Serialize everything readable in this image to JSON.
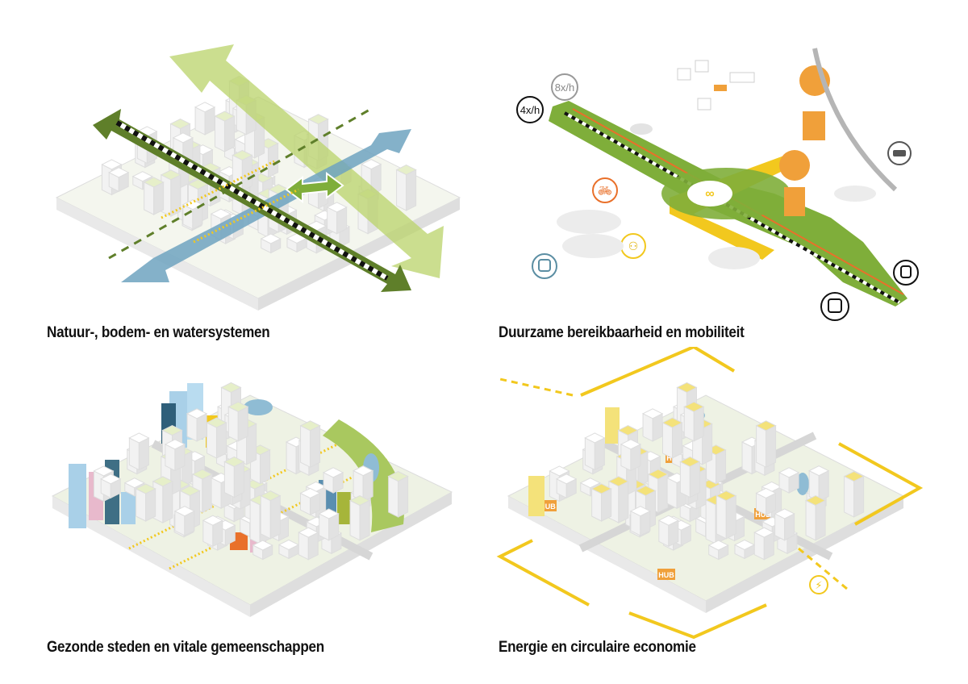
{
  "panels": [
    {
      "id": "nature",
      "caption": "Natuur-, bodem- en watersystemen"
    },
    {
      "id": "mobility",
      "caption": "Duurzame bereikbaarheid en mobiliteit",
      "frequency_labels": [
        "8x/h",
        "4x/h"
      ],
      "icons": [
        "bicycle-icon",
        "pedestrians-icon",
        "bus-icon",
        "car-icon",
        "train-icon",
        "shared-mobility-hub-icon",
        "airplane-icon"
      ]
    },
    {
      "id": "health",
      "caption": "Gezonde steden en vitale gemeenschappen"
    },
    {
      "id": "energy",
      "caption": "Energie en circulaire economie",
      "hub_label": "HUB",
      "icons": [
        "energy-cycle-icon"
      ]
    }
  ],
  "colors": {
    "dark_green": "#5f7f2a",
    "light_green": "#b9d36a",
    "mid_green": "#7fae3a",
    "water_blue": "#6fa3bf",
    "yellow": "#f2c81e",
    "orange": "#e9702a",
    "hub_orange": "#f0a03a",
    "grey": "#b5b5b5",
    "building": "#ffffff"
  }
}
